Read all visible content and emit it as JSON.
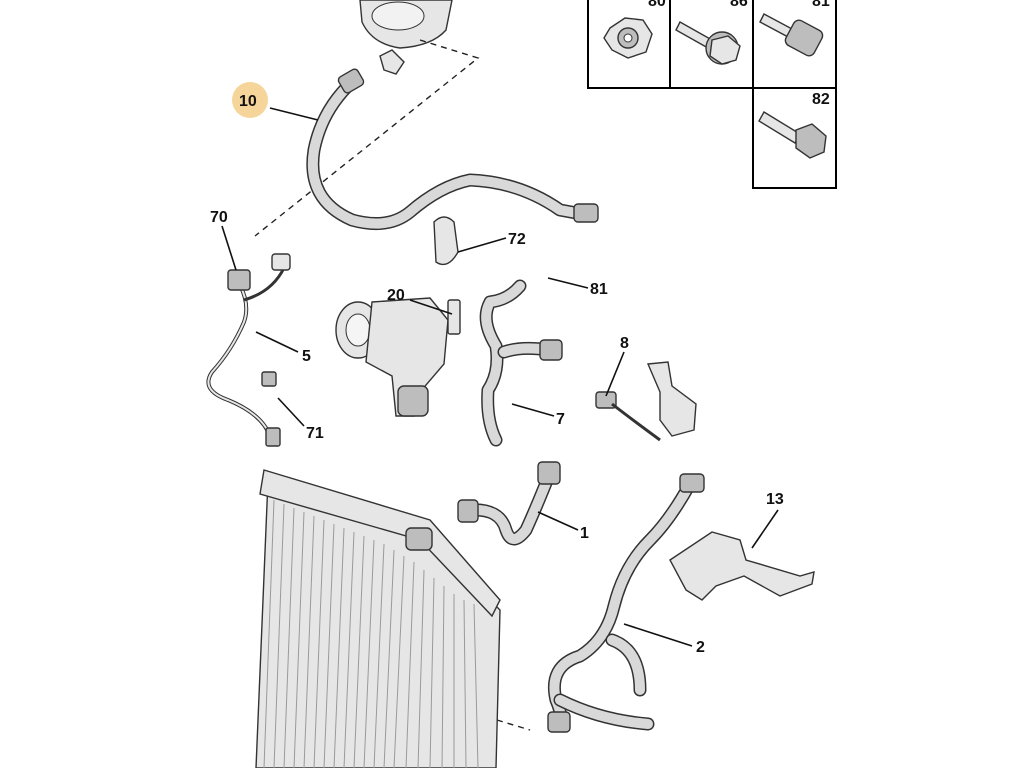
{
  "labels": {
    "l10": "10",
    "l70": "70",
    "l72": "72",
    "l20": "20",
    "l81": "81",
    "l5": "5",
    "l8": "8",
    "l71": "71",
    "l7": "7",
    "l13": "13",
    "l1": "1",
    "l2": "2",
    "box_80": "80",
    "box_86": "86",
    "box_81": "81",
    "box_82": "82"
  },
  "colors": {
    "highlight_badge": "#f6d59a",
    "line": "#111111",
    "part_fill": "#e6e6e6"
  }
}
